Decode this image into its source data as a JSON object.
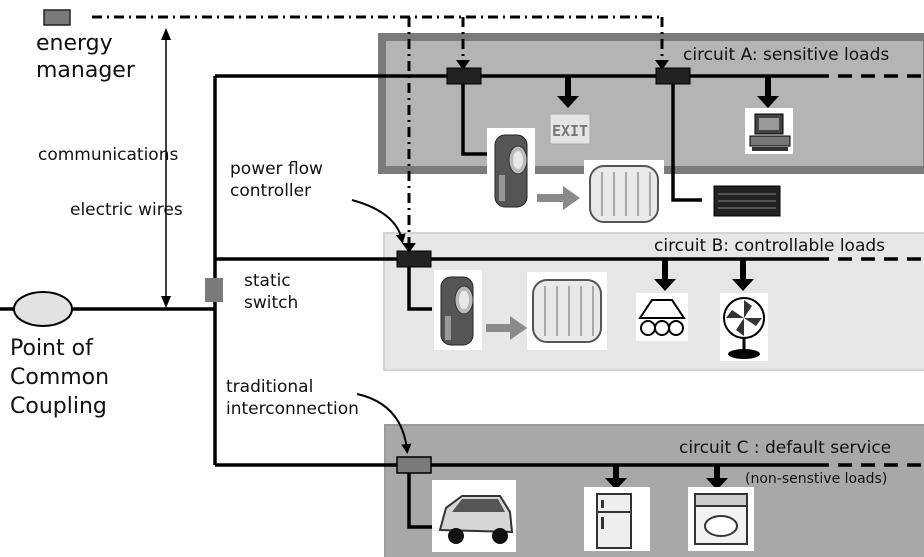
{
  "labels": {
    "energy_manager": [
      "energy",
      "manager"
    ],
    "communications": "communications",
    "electric_wires": "electric wires",
    "power_flow_controller": [
      "power flow",
      "controller"
    ],
    "static_switch": [
      "static",
      "switch"
    ],
    "pcc": [
      "Point of",
      "Common",
      "Coupling"
    ],
    "traditional_interconnection": [
      "traditional",
      "interconnection"
    ]
  },
  "circuits": {
    "a": {
      "title": "circuit A: sensitive loads"
    },
    "b": {
      "title": "circuit B: controllable loads"
    },
    "c": {
      "title": "circuit C : default service",
      "note": "(non-senstive loads)"
    }
  },
  "icons": {
    "exit_sign_text": "EXIT"
  },
  "colors": {
    "circuit_a_bg": "#b4b4b4",
    "circuit_a_border": "#7a7a7a",
    "circuit_b_bg": "#e6e6e6",
    "circuit_c_bg": "#a8a8a8",
    "wire": "#000000",
    "controller_box": "#222222",
    "static_switch": "#7a7a7a",
    "arrow_gray": "#8a8a8a"
  }
}
